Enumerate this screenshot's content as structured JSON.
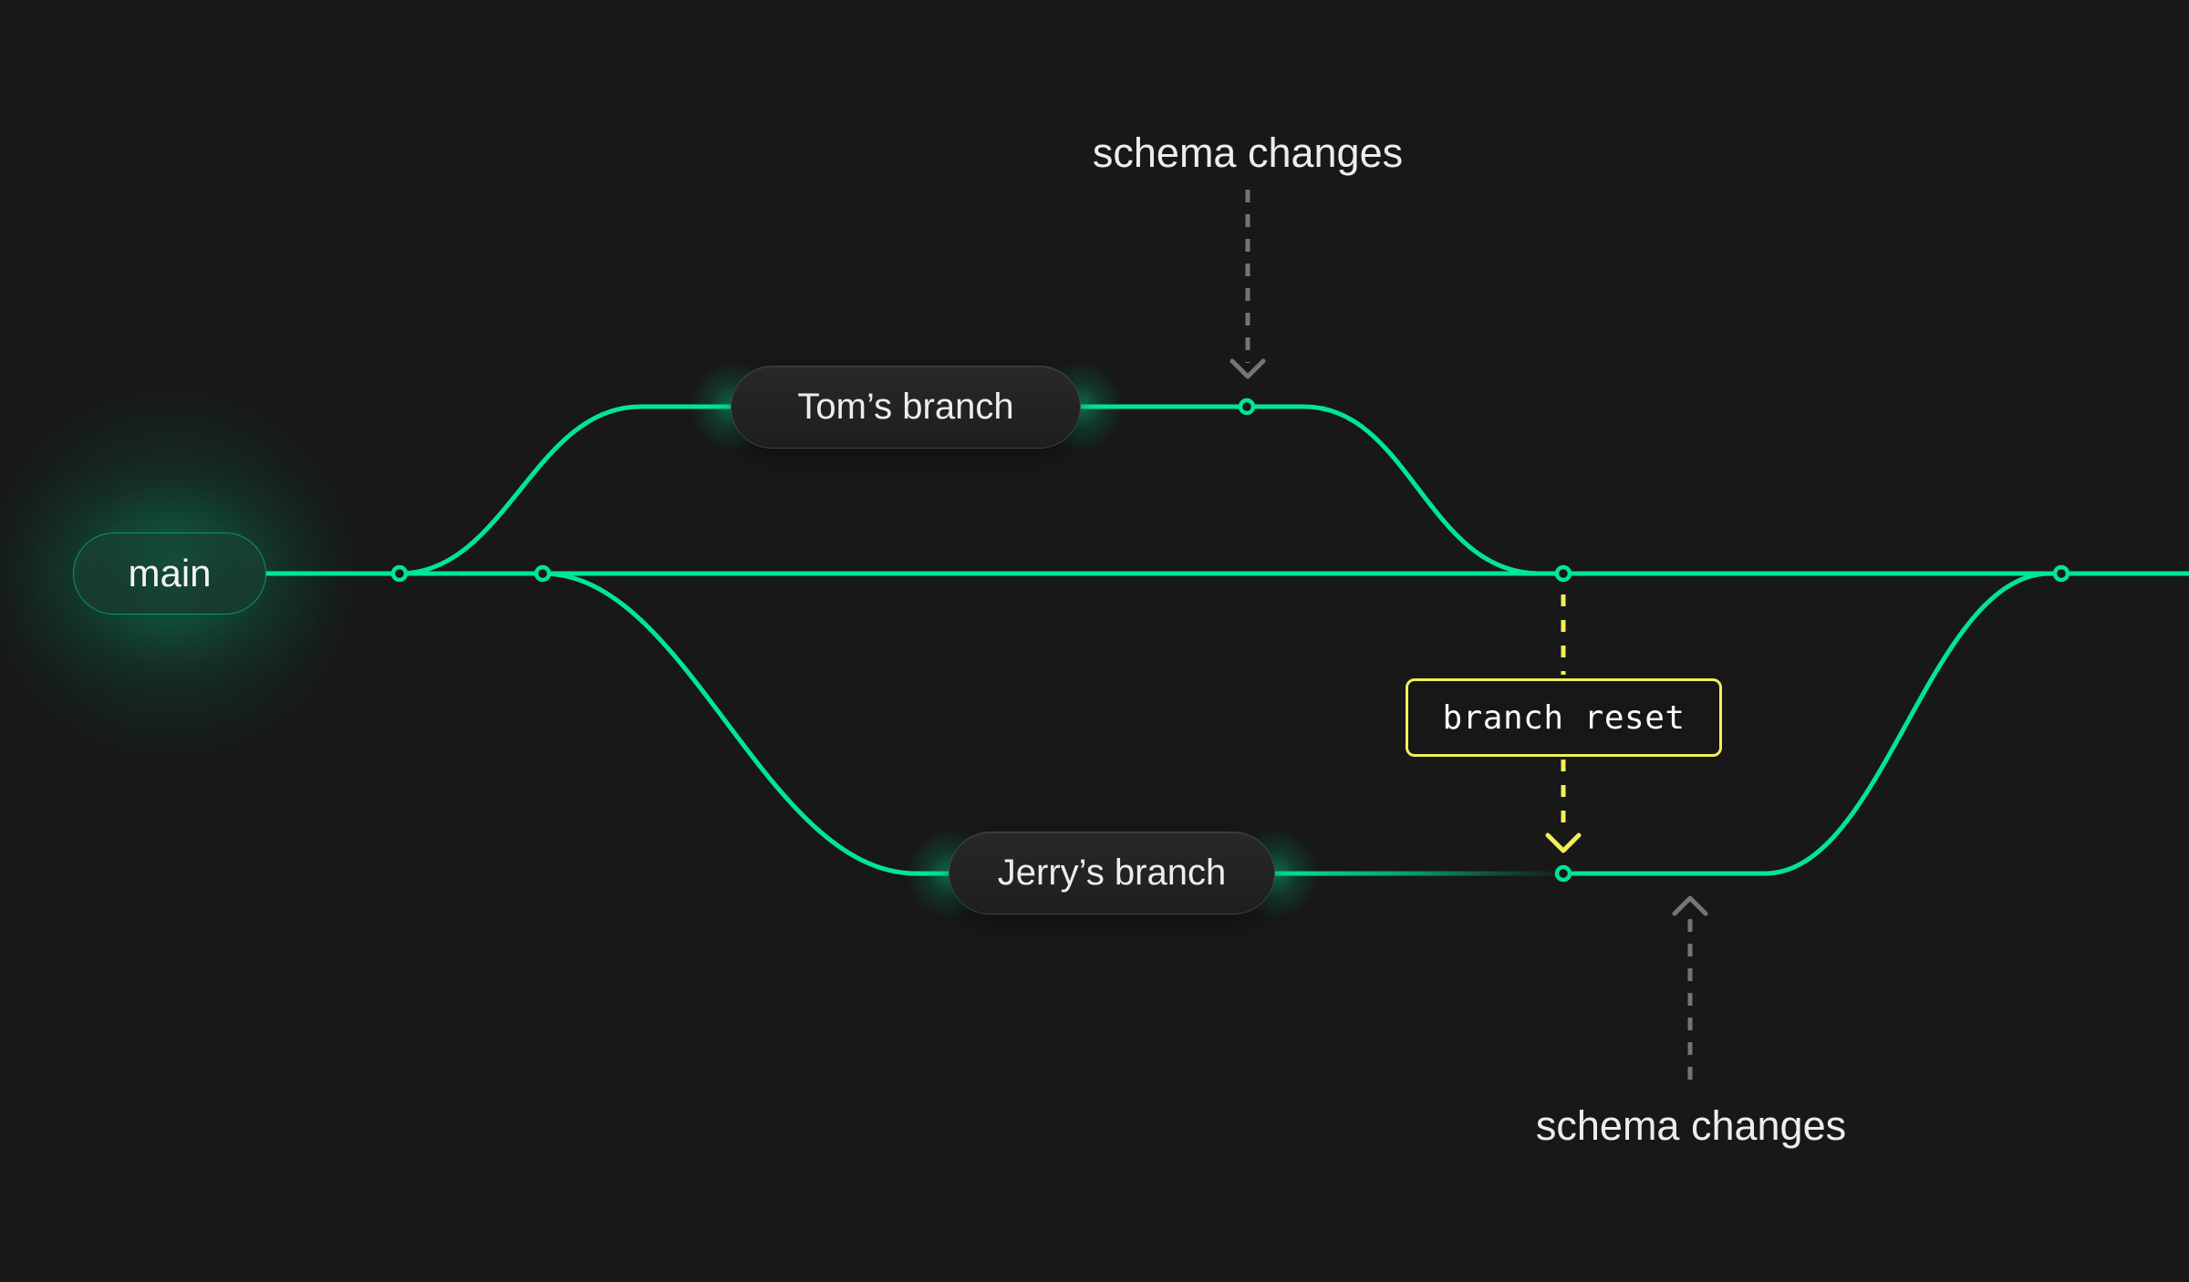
{
  "diagram": {
    "title_hint": "branch reset flow diagram",
    "colors": {
      "bg": "#171817",
      "green": "#00e599",
      "yellow": "#f2ef5a",
      "gray": "#757575",
      "text": "#ededed"
    },
    "branches": {
      "main": {
        "label": "main"
      },
      "tom": {
        "label": "Tom’s branch"
      },
      "jerry": {
        "label": "Jerry’s branch"
      }
    },
    "annotations": {
      "schema_changes_top": {
        "label": "schema changes"
      },
      "branch_reset": {
        "label": "branch reset"
      },
      "schema_changes_bottom": {
        "label": "schema changes"
      }
    },
    "commit_count": 6
  }
}
